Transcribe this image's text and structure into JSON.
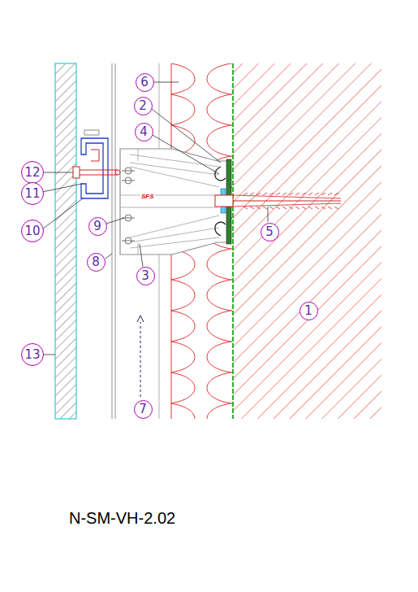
{
  "diagram": {
    "caption": "N-SM-VH-2.02",
    "nodes": [
      {
        "text": [
          "6"
        ]
      },
      {
        "text": [
          "2"
        ]
      },
      {
        "text": [
          "4"
        ]
      },
      {
        "text": [
          "12"
        ]
      },
      {
        "text": [
          "11"
        ]
      },
      {
        "text": [
          "5"
        ]
      },
      {
        "text": [
          "10"
        ]
      },
      {
        "text": [
          "9"
        ]
      },
      {
        "text": [
          "8"
        ]
      },
      {
        "text": [
          "3"
        ]
      },
      {
        "text": [
          "1"
        ]
      },
      {
        "text": [
          "13"
        ]
      },
      {
        "text": [
          "7"
        ]
      }
    ],
    "labels": [
      "SFS"
    ]
  }
}
